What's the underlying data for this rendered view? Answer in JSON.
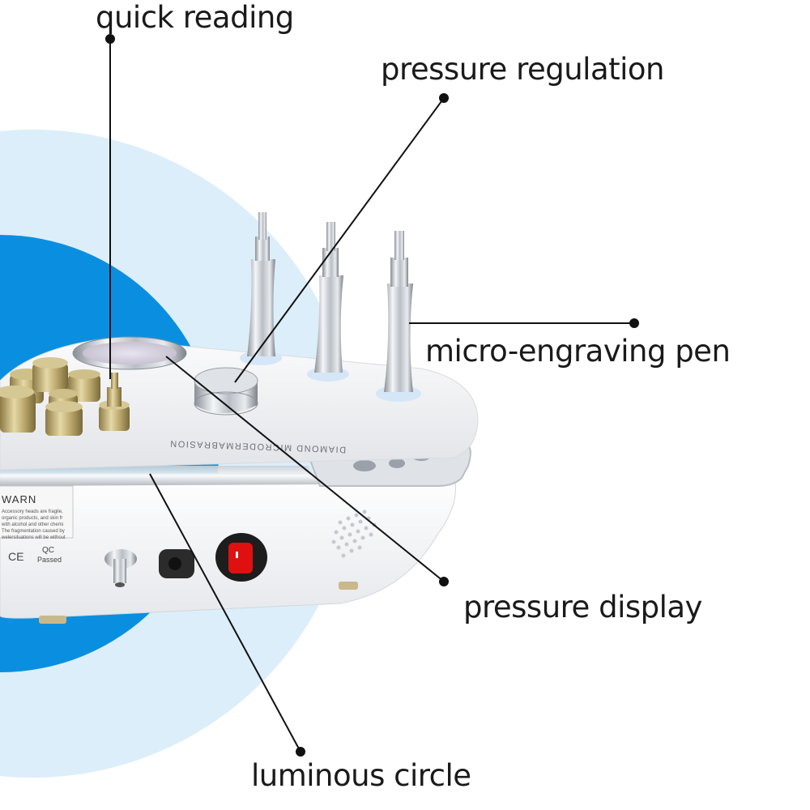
{
  "labels": {
    "quick_reading": "quick reading",
    "pressure_regulation": "pressure regulation",
    "micro_engraving_pen": "micro-engraving pen",
    "pressure_display": "pressure display",
    "luminous_circle": "luminous circle"
  },
  "device": {
    "brand_text": "DIAMOND MICRODERMABRASION",
    "warning_title": "WARN",
    "warning_lines": [
      "Accessory heads are fragile,",
      "organic products, and skin fr",
      "with alcohol and other chemi",
      "The fragmentation caused by",
      "welersituations will be without"
    ],
    "qc_text": "QC",
    "passed_text": "Passed",
    "ce_mark": "CE"
  },
  "colors": {
    "light_blue_circle": "#dceefa",
    "blue_circle": "#0a8fe0",
    "device_body": "#f4f5f7",
    "switch_red": "#e01010"
  }
}
